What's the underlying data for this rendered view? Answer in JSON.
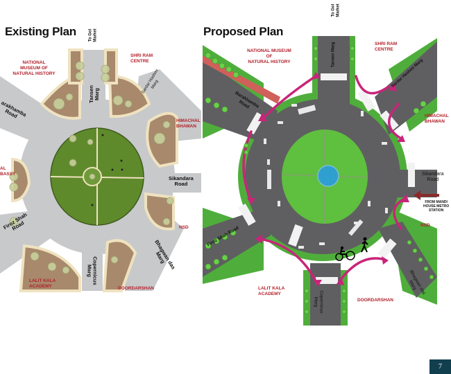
{
  "slide": {
    "page_number": "7",
    "badge_color": "#123f4e"
  },
  "existing": {
    "title": "Existing Plan",
    "landmarks": {
      "national_museum": "NATIONAL\nMUSEUM OF\nNATURAL HISTORY",
      "shri_ram": "SHRI RAM\nCENTRE",
      "himachal": "HIMACHAL\nBHAWAN",
      "embassy": "AL\nBASSY",
      "nsd": "NSD",
      "lalit_kala": "LALIT KALA\nACADEMY",
      "doordarshan": "DOORDARSHAN"
    },
    "roads": {
      "to_gol_market": "To Gol\nMarket",
      "tansen": "Tansen\nMarg",
      "barakhamba": "arakhamba\nRoad",
      "sardar_hashmi": "Sardar Hashmi\nMarg",
      "sikandara": "Sikandara\nRoad",
      "firoz_shah": "Firoz Shah\nRoad",
      "bhagwan_das": "Bhagwan das\nMarg",
      "copernicus": "Copernicus\nMarg"
    },
    "colors": {
      "road": "#c8c9cb",
      "sidewalk": "#a8896c",
      "edge": "#efe2bf",
      "lawn": "#5f8a2c",
      "tree": "#c9cf9c"
    }
  },
  "proposed": {
    "title": "Proposed Plan",
    "landmarks": {
      "national_museum": "NATIONAL MUSEUM\nOF\nNATURAL HISTORY",
      "shri_ram": "SHRI RAM\nCENTRE",
      "himachal": "HIMACHAL\nBHAWAN",
      "metro": "FROM MANDI\nHOUSE METRO\nSTATION",
      "nsd": "NSD",
      "lalit_kala": "LALIT KALA\nACADEMY",
      "doordarshan": "DOORDARSHAN"
    },
    "roads": {
      "to_gol_market": "To Gol\nMarket",
      "tansen": "Tansen Marg",
      "barakhamba": "Barakhamba\nRoad",
      "sardar_hashmi": "Sardar Hashmi Marg",
      "sikandara": "Sikandara\nRoad",
      "firoz_shah": "Firoz Shah Road",
      "bhagwan_das": "Bhagwan das\nMarg",
      "copernicus": "Copernicus\nMarg"
    },
    "icons": [
      "cyclist-icon",
      "pedestrian-icon",
      "pedestrian-arrow-icon",
      "metro-arrow-icon"
    ],
    "colors": {
      "road": "#5f5f61",
      "green": "#4fae3b",
      "lawn": "#5fbf3e",
      "fountain": "#2f9fcf",
      "arrow": "#c8257a",
      "metro_arrow": "#8b2a2a"
    }
  }
}
